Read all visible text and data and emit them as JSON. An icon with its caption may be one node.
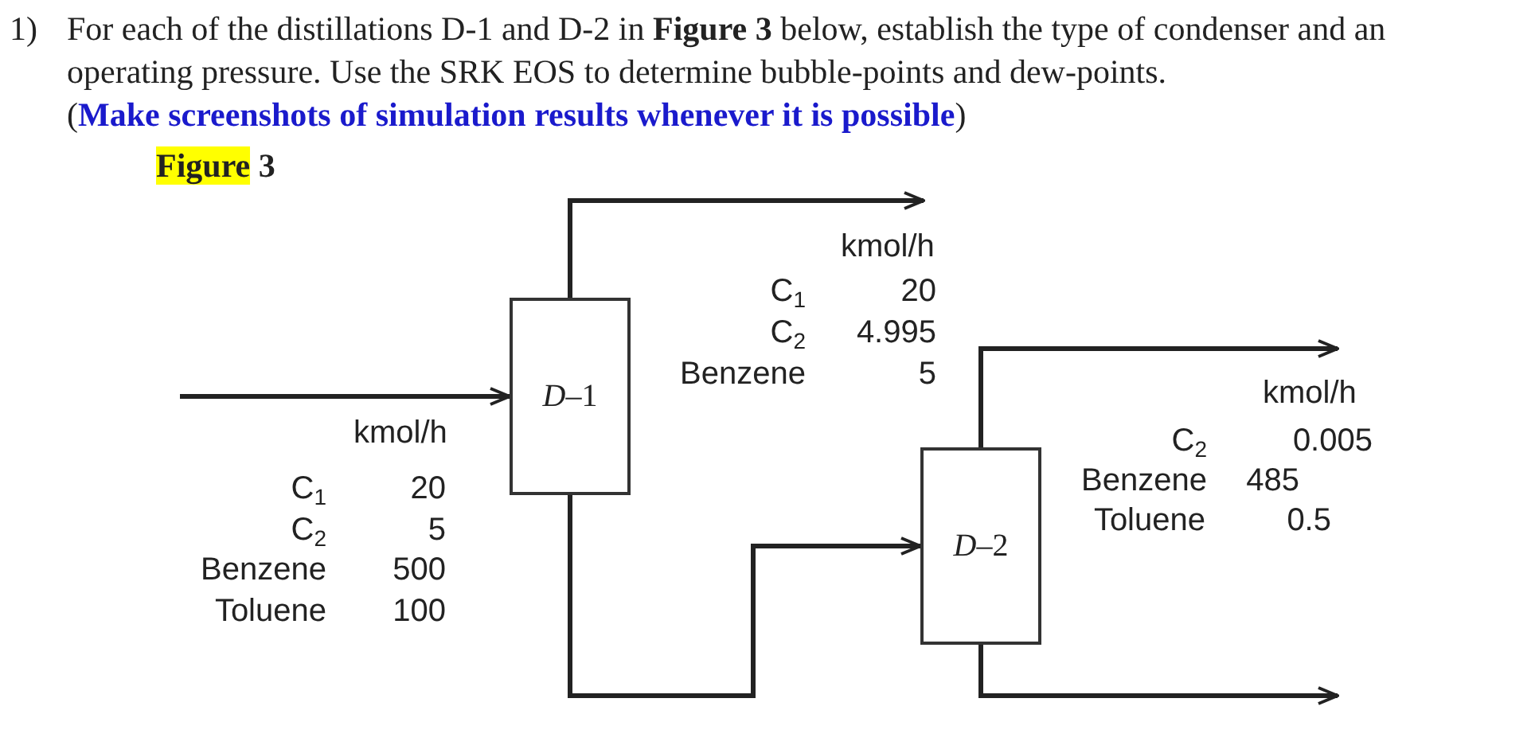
{
  "diagram": {
    "title": "Figure 3",
    "nodes": [
      {
        "text": [
          "*D*–1"
        ]
      },
      {
        "text": [
          "*D*–2"
        ]
      }
    ],
    "edges": [
      {
        "from": null,
        "to": 0,
        "arrow": "to"
      },
      {
        "from": 0,
        "to": null,
        "arrow": "to"
      },
      {
        "from": 0,
        "to": 1,
        "arrow": "to"
      },
      {
        "from": 1,
        "to": null,
        "arrow": "to"
      },
      {
        "from": 1,
        "to": null,
        "arrow": "to"
      }
    ],
    "labels": [
      "1)",
      "For each of the distillations D-1 and D-2 in **Figure 3** below, establish the type of condenser and an operating pressure. Use the SRK EOS to determine bubble-points and dew-points.",
      "(**Make screenshots of simulation results whenever it is possible**)",
      "kmol/h",
      "C$_{1}$",
      "20",
      "C$_{2}$",
      "4.995",
      "Benzene",
      "5",
      "kmol/h",
      "C$_{1}$",
      "20",
      "C$_{2}$",
      "5",
      "Benzene",
      "500",
      "Toluene",
      "100",
      "kmol/h",
      "C$_{2}$",
      "0.005",
      "Benzene",
      "485",
      "Toluene",
      "0.5"
    ]
  }
}
